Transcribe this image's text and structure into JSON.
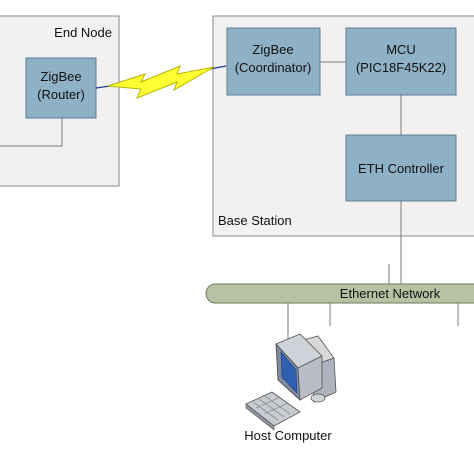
{
  "end_node": {
    "label": "End Node",
    "router": {
      "line1": "ZigBee",
      "line2": "(Router)"
    }
  },
  "base_station": {
    "label": "Base Station",
    "coordinator": {
      "line1": "ZigBee",
      "line2": "(Coordinator)"
    },
    "mcu": {
      "line1": "MCU",
      "line2": "(PIC18F45K22)"
    },
    "eth_controller": {
      "label": "ETH Controller"
    }
  },
  "network": {
    "label": "Ethernet Network"
  },
  "host": {
    "label": "Host Computer"
  },
  "icons": [
    "wireless-link-icon",
    "desktop-computer-icon"
  ],
  "colors": {
    "module_fill": "#8fb1c6",
    "module_stroke": "#5b7f98",
    "container_fill": "#f1f1f1",
    "container_stroke": "#8a8a8a",
    "bus_fill": "#b7c2a2",
    "bus_stroke": "#6d7a58",
    "bolt_fill": "#ffff33",
    "bolt_stroke": "#b5b500"
  }
}
